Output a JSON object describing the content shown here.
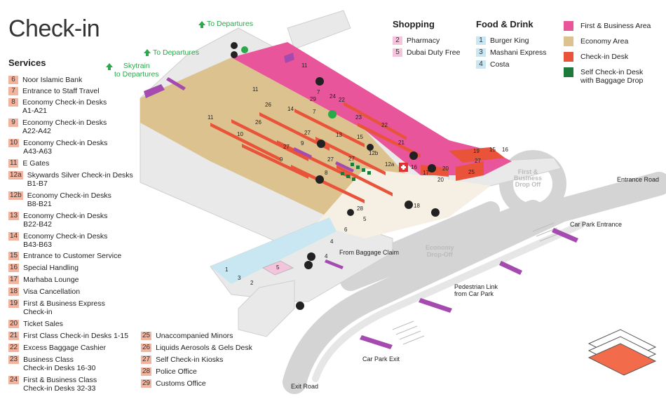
{
  "title": "Check-in",
  "services": {
    "heading": "Services",
    "items": [
      {
        "num": "6",
        "label": "Noor Islamic Bank"
      },
      {
        "num": "7",
        "label": "Entrance to Staff Travel"
      },
      {
        "num": "8",
        "label": "Economy Check-in Desks\nA1-A21"
      },
      {
        "num": "9",
        "label": "Economy Check-in Desks\nA22-A42"
      },
      {
        "num": "10",
        "label": "Economy Check-in Desks\nA43-A63"
      },
      {
        "num": "11",
        "label": "E Gates"
      },
      {
        "num": "12a",
        "label": "Skywards Silver Check-in Desks\nB1-B7"
      },
      {
        "num": "12b",
        "label": "Economy Check-in Desks\nB8-B21"
      },
      {
        "num": "13",
        "label": "Economy Check-in Desks\nB22-B42"
      },
      {
        "num": "14",
        "label": "Economy Check-in Desks\nB43-B63"
      },
      {
        "num": "15",
        "label": "Entrance to Customer Service"
      },
      {
        "num": "16",
        "label": "Special Handling"
      },
      {
        "num": "17",
        "label": "Marhaba Lounge"
      },
      {
        "num": "18",
        "label": "Visa Cancellation"
      },
      {
        "num": "19",
        "label": "First & Business Express\nCheck-in"
      },
      {
        "num": "20",
        "label": "Ticket Sales"
      },
      {
        "num": "21",
        "label": "First Class Check-in Desks 1-15"
      },
      {
        "num": "22",
        "label": "Excess Baggage Cashier"
      },
      {
        "num": "23",
        "label": "Business Class\nCheck-in Desks 16-30"
      },
      {
        "num": "24",
        "label": "First & Business Class\nCheck-in Desks 32-33"
      }
    ],
    "items2": [
      {
        "num": "25",
        "label": "Unaccompanied Minors"
      },
      {
        "num": "26",
        "label": "Liquids Aerosols & Gels Desk"
      },
      {
        "num": "27",
        "label": "Self Check-in Kiosks"
      },
      {
        "num": "28",
        "label": "Police Office"
      },
      {
        "num": "29",
        "label": "Customs Office"
      }
    ]
  },
  "shopping": {
    "heading": "Shopping",
    "items": [
      {
        "num": "2",
        "label": "Pharmacy"
      },
      {
        "num": "5",
        "label": "Dubai Duty Free"
      }
    ]
  },
  "food": {
    "heading": "Food & Drink",
    "items": [
      {
        "num": "1",
        "label": "Burger King"
      },
      {
        "num": "3",
        "label": "Mashani Express"
      },
      {
        "num": "4",
        "label": "Costa"
      }
    ]
  },
  "legend": [
    {
      "label": "First & Business Area",
      "color": "#e8559a"
    },
    {
      "label": "Economy Area",
      "color": "#dcc28f"
    },
    {
      "label": "Check-in Desk",
      "color": "#e8533a"
    },
    {
      "label": "Self Check-in Desk\nwith Baggage Drop",
      "color": "#1e7a3a"
    }
  ],
  "map_labels": {
    "to_departures_1": "To Departures",
    "to_departures_2": "To Departures",
    "skytrain": "Skytrain\nto Departures",
    "business_dropoff": "First &\nBusiness\nDrop Off",
    "entrance_road": "Entrance Road",
    "car_park_entrance": "Car Park Entrance",
    "economy_dropoff": "Economy\nDrop-Off",
    "pedestrian_link": "Pedestrian Link\nfrom Car Park",
    "car_park_exit": "Car Park Exit",
    "exit_road": "Exit Road",
    "from_baggage_claim": "From Baggage Claim"
  },
  "colors": {
    "business": "#e8559a",
    "economy": "#dcc28f",
    "desk": "#e8533a",
    "selfcheck": "#1e7a3a",
    "roads": "#d4d4d4",
    "walls": "#e9e9e9",
    "water": "#c8e7f3",
    "purple": "#a54bb0",
    "green": "#2aa84a"
  }
}
